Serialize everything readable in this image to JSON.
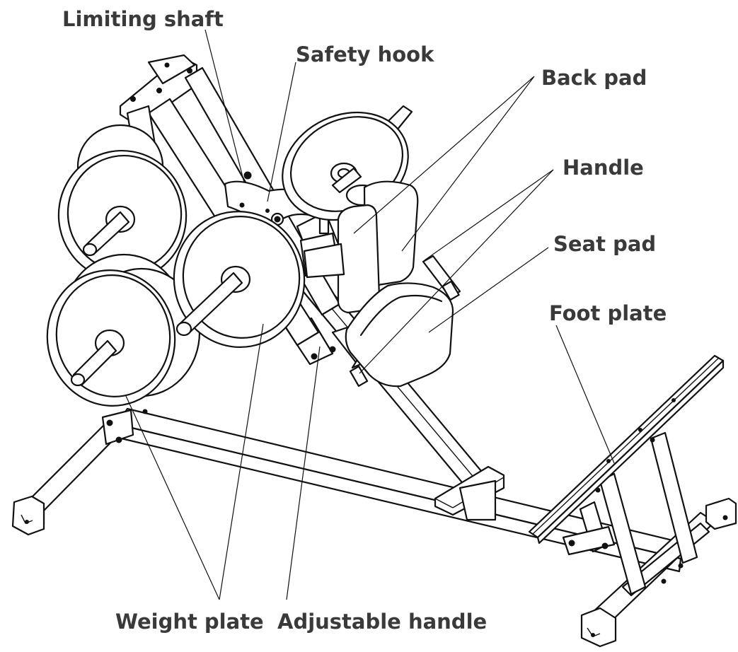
{
  "labels": {
    "limiting_shaft": "Limiting shaft",
    "safety_hook": "Safety hook",
    "back_pad": "Back pad",
    "handle": "Handle",
    "seat_pad": "Seat pad",
    "foot_plate": "Foot plate",
    "weight_plate": "Weight plate",
    "adjustable_handle": "Adjustable handle"
  },
  "colors": {
    "line": "#111111",
    "label_text": "#3a3a3a",
    "background": "#ffffff"
  }
}
